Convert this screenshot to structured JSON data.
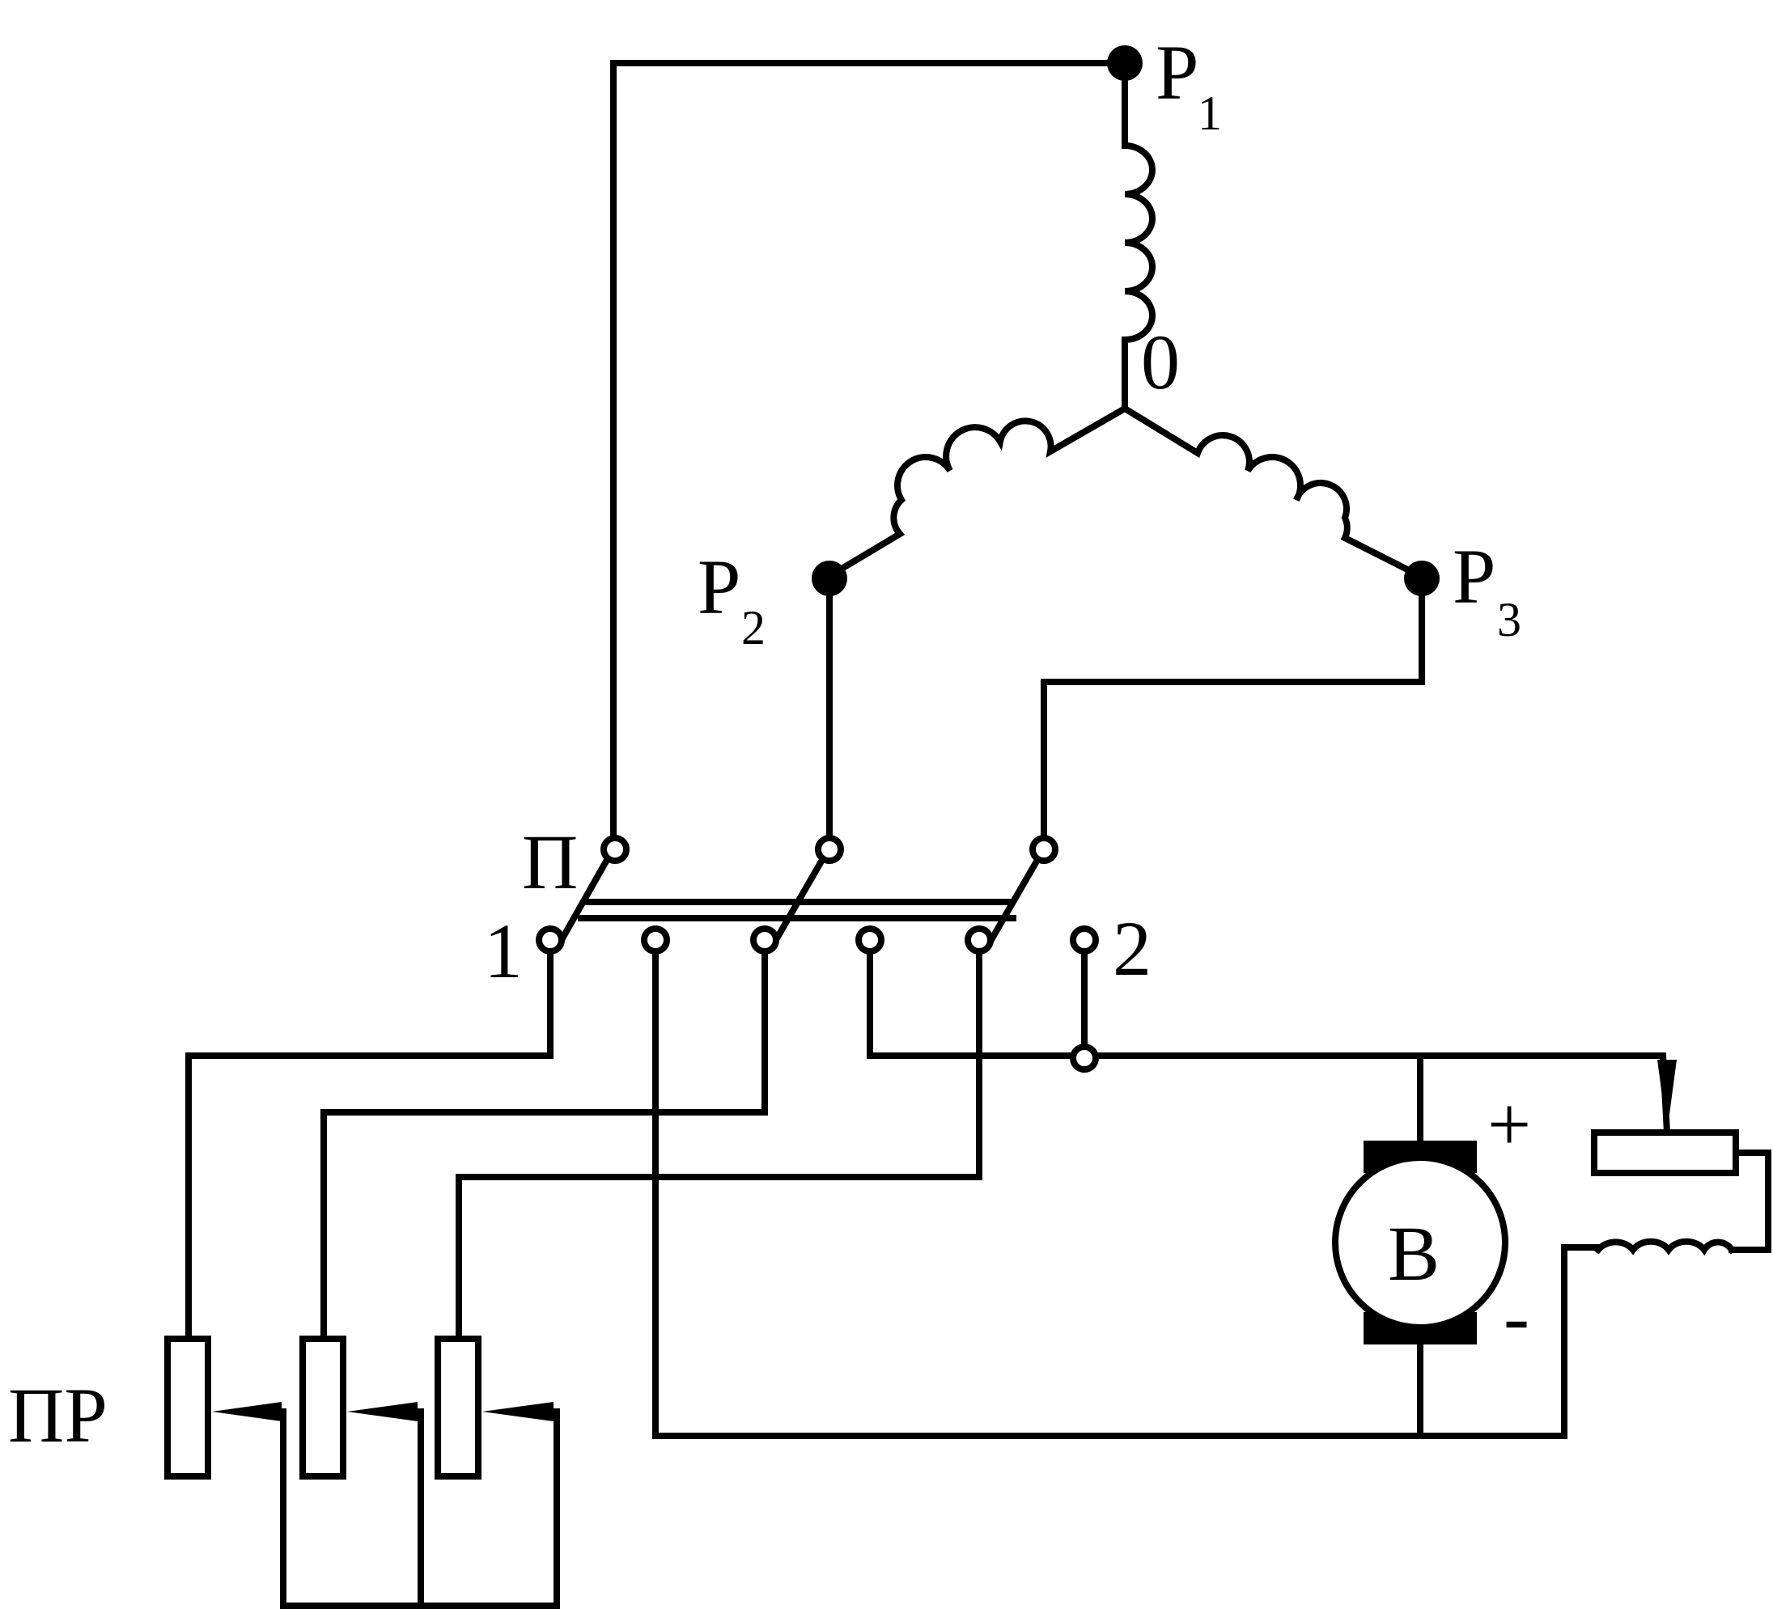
{
  "labels": {
    "p1": {
      "main": "P",
      "sub": "1"
    },
    "p2": {
      "main": "P",
      "sub": "2"
    },
    "p3": {
      "main": "P",
      "sub": "3"
    },
    "neutral": "0",
    "switch": "П",
    "pos1": "1",
    "pos2": "2",
    "resistors": "ПР",
    "generator": "B",
    "plus": "+",
    "minus": "-"
  }
}
